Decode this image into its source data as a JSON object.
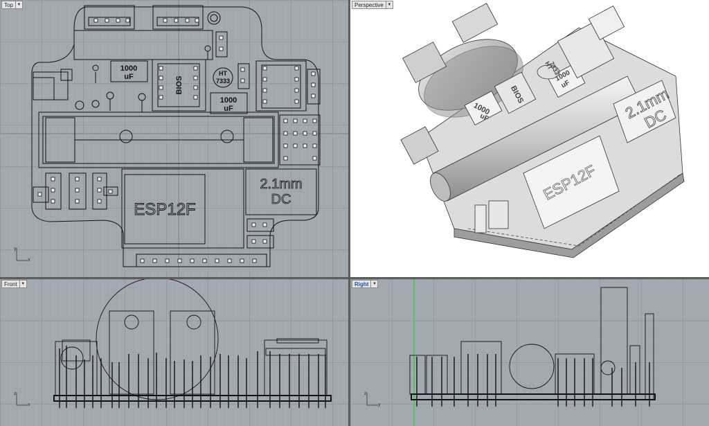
{
  "viewports": {
    "top": {
      "label": "Top",
      "x_axis": "x",
      "y_axis": "y"
    },
    "perspective": {
      "label": "Perspective"
    },
    "front": {
      "label": "Front",
      "x_axis": "x",
      "z_axis": "z"
    },
    "right": {
      "label": "Right",
      "y_axis": "y",
      "z_axis": "z"
    }
  },
  "board_labels": {
    "cap1_value": "1000",
    "cap1_unit": "uF",
    "cap2_value": "1000",
    "cap2_unit": "uF",
    "bios": "BIOS",
    "regulator_line1": "HT",
    "regulator_line2": "7333",
    "dc_line1": "2.1mm",
    "dc_line2": "DC",
    "module": "ESP12F"
  },
  "colors": {
    "viewport_bg": "#a3a9b1",
    "perspective_bg": "#ffffff",
    "grid_minor": "#959ba3",
    "grid_major": "#868c94",
    "wire": "#111111",
    "active_tab_text": "#1f4fa8",
    "green_axis": "#2ecc40",
    "separator": "#5c5c5c"
  }
}
